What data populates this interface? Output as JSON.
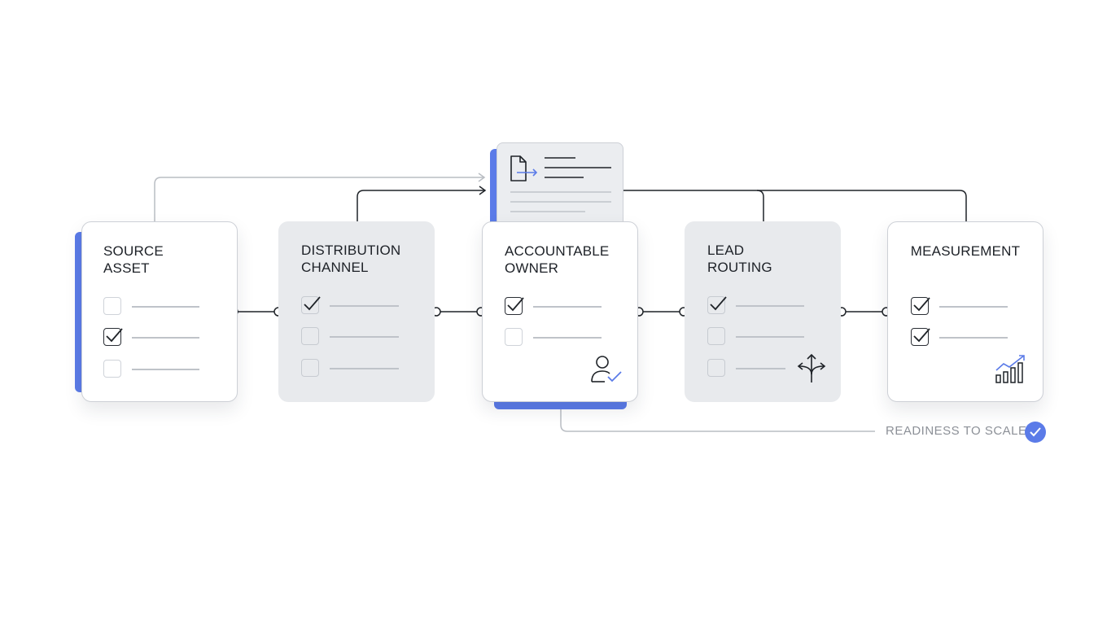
{
  "stages": [
    {
      "title": "SOURCE\nASSET",
      "checks": [
        false,
        true,
        false
      ],
      "icon": "none"
    },
    {
      "title": "DISTRIBUTION\nCHANNEL",
      "checks": [
        true,
        false,
        false
      ],
      "icon": "none"
    },
    {
      "title": "ACCOUNTABLE\nOWNER",
      "checks": [
        true,
        false
      ],
      "icon": "user-check-icon"
    },
    {
      "title": "LEAD\nROUTING",
      "checks": [
        true,
        false,
        false
      ],
      "icon": "split-arrows-icon"
    },
    {
      "title": "MEASUREMENT",
      "checks": [
        true,
        true
      ],
      "icon": "bar-chart-trend-icon"
    }
  ],
  "document": {
    "icon": "document-export-icon"
  },
  "readiness": {
    "label": "READINESS TO SCALE",
    "icon": "check-circle-icon"
  },
  "colors": {
    "accent": "#5b7be8",
    "ink": "#1d2127",
    "muted": "#8c9097",
    "card_grey": "#e8eaed"
  }
}
